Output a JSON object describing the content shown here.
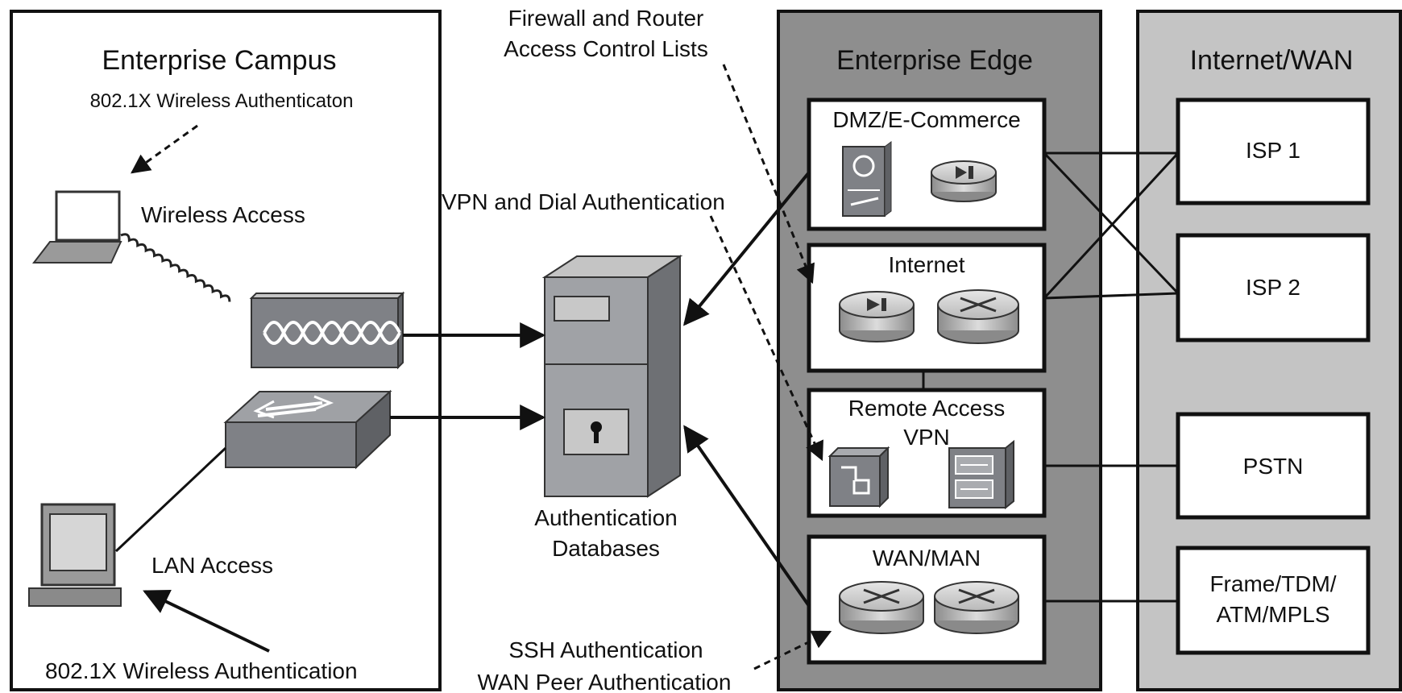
{
  "campus": {
    "title": "Enterprise Campus",
    "wireless_auth_top": "802.1X Wireless Authenticaton",
    "wireless_access": "Wireless Access",
    "lan_access": "LAN Access",
    "wireless_auth_bottom": "802.1X Wireless Authentication"
  },
  "center": {
    "firewall_line1": "Firewall and Router",
    "firewall_line2": "Access Control Lists",
    "vpn_dial": "VPN and Dial Authentication",
    "auth_db_line1": "Authentication",
    "auth_db_line2": "Databases",
    "ssh_line1": "SSH Authentication",
    "ssh_line2": "WAN Peer Authentication"
  },
  "edge": {
    "title": "Enterprise Edge",
    "dmz": "DMZ/E-Commerce",
    "internet": "Internet",
    "remote_line1": "Remote Access",
    "remote_line2": "VPN",
    "wanman": "WAN/MAN"
  },
  "wan": {
    "title": "Internet/WAN",
    "isp1": "ISP 1",
    "isp2": "ISP 2",
    "pstn": "PSTN",
    "frame_line1": "Frame/TDM/",
    "frame_line2": "ATM/MPLS"
  },
  "colors": {
    "edge_fill": "#8e8e8e",
    "wan_fill": "#c4c4c4",
    "device_gray": "#8a8c90",
    "stroke": "#111111"
  }
}
